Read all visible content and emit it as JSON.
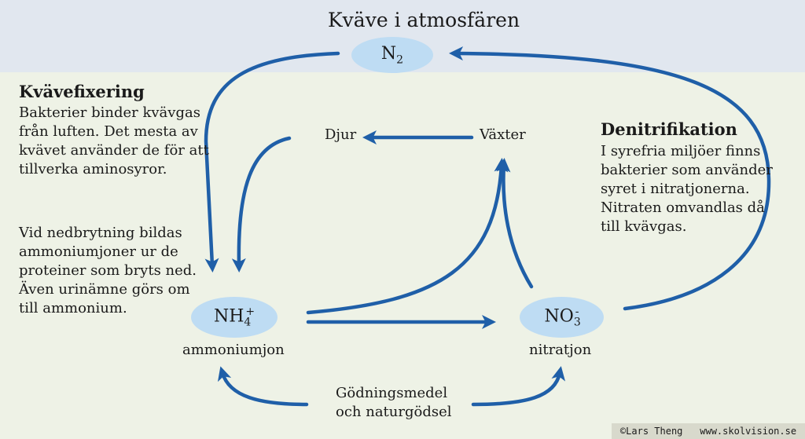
{
  "header": {
    "title": "Kväve i atmosfären"
  },
  "nodes": {
    "n2": "N2",
    "nh4": {
      "base": "NH",
      "sub": "4",
      "sup": "+"
    },
    "no3": {
      "base": "NO",
      "sub": "3",
      "sup": "-"
    },
    "nh4_label": "ammoniumjon",
    "no3_label": "nitratjon",
    "animals": "Djur",
    "plants": "Växter",
    "fertilizer": [
      "Gödningsmedel",
      "och naturgödsel"
    ]
  },
  "fixation": {
    "heading": "Kvävefixering",
    "lines": [
      "Bakterier binder kvävgas",
      "från luften. Det mesta av",
      "kvävet använder de för att",
      "tillverka aminosyror."
    ]
  },
  "decomposition": {
    "lines": [
      "Vid nedbrytning bildas",
      "ammoniumjoner ur de",
      "proteiner som bryts ned.",
      "Även urinämne görs om",
      "till ammonium."
    ]
  },
  "denitrification": {
    "heading": "Denitrifikation",
    "lines": [
      "I syrefria miljöer finns",
      "bakterier som använder",
      "syret i nitratjonerna.",
      "Nitraten omvandlas då",
      "till kvävgas."
    ]
  },
  "footer": {
    "credit": "©Lars Theng",
    "site": "www.skolvision.se"
  },
  "colors": {
    "arrow": "#1f5fa8",
    "ellipse": "#bedcf3",
    "sky": "#e1e7ef",
    "land": "#eef2e6"
  }
}
